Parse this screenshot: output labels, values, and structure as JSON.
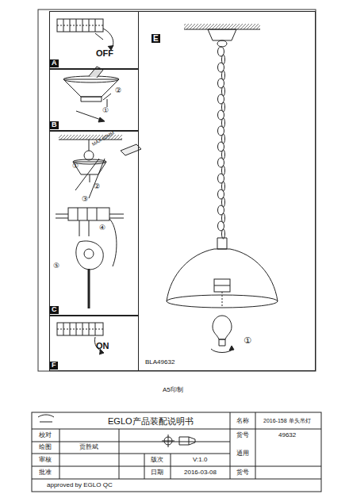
{
  "diagram": {
    "nodes": [
      {
        "text": [
          "OFF",
          "A"
        ]
      },
      {
        "text": [
          "②",
          "①",
          "B"
        ]
      },
      {
        "text": [
          "MAX 60MM",
          "①",
          "②",
          "③",
          "④",
          "⑤",
          "C"
        ]
      },
      {
        "text": [
          "ON",
          "F"
        ]
      },
      {
        "text": [
          "E",
          "①",
          "BLA49632"
        ]
      }
    ],
    "labels": [
      "A5印制",
      "EGLO产品装配说明书",
      "名称",
      "2016-158 单头吊灯",
      "校对",
      "货号",
      "49632",
      "绘图",
      "贾胜斌",
      "通用",
      "审核",
      "版次",
      "V:1.0",
      "批准",
      "日期",
      "2016-03-08",
      "货号",
      "approved by EGLO QC"
    ]
  }
}
